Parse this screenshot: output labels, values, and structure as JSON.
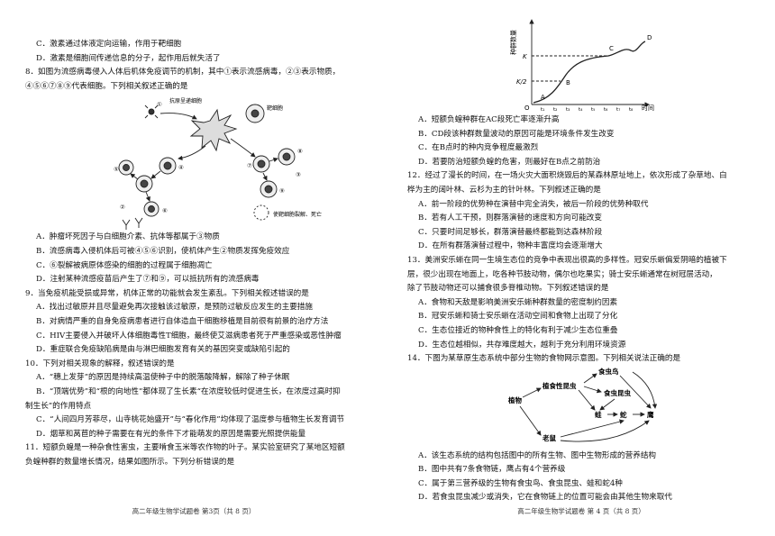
{
  "left": {
    "lines_top": [
      "C．激素通过体液定向运输，作用于靶细胞",
      "D．激素是细胞间传递信息的分子，起作用后就失活了",
      "8．如图为流感病毒侵入人体后机体免疫调节的机制，其中①表示流感病毒，②③表示物质，",
      "④⑤⑥⑦⑧⑨代表细胞。下列相关叙述正确的是"
    ],
    "fig8": {
      "label_top": "抗原呈递细胞",
      "label_target": "靶细胞",
      "label_bottom": "使靶细胞裂解、死亡",
      "nums": [
        "①",
        "②",
        "③",
        "④",
        "⑤",
        "⑥",
        "⑦",
        "⑧",
        "⑨"
      ]
    },
    "lines_bottom": [
      "A．肿瘤坏死因子与白细胞介素、抗体等都属于③物质",
      "B．流感病毒入侵机体后可被④⑤⑥识别，使机体产生②物质发挥免疫效应",
      "C．⑥裂解被病原体感染的细胞的过程属于细胞凋亡",
      "D．注射某种流感疫苗后产生了⑦和⑨，可以抵抗所有的流感病毒",
      "9．当免疫机能受损或异常，机体正常的功能就会发生紊乱。下列相关叙述错误的是",
      "A．找出过敏原并且尽量避免再次接触该过敏原，是预防过敏反应发生的主要措施",
      "B．对病情严重的自身免疫病患者进行自体造血干细胞移植是目前很有前景的治疗方法",
      "C．HIV主要侵入并破坏人体细胞毒性T细胞，最终使艾滋病患者死于严重感染或恶性肿瘤",
      "D．重症联合免疫缺陷病是由与淋巴细胞发育有关的基因突变或缺陷引起的",
      "10．下列对相关现象的解释，叙述错误的是",
      "A．“穗上发芽”的原因是持续高温使种子中的脱落酸降解，解除了种子休眠",
      "B．“顶端优势”和“根的向地性”都体现了生长素“在浓度较低时促进生长，在浓度过高时抑",
      "制生长”的作用特点",
      "C．“人间四月芳菲尽，山寺桃花始盛开”与“春化作用”均体现了温度参与植物生长发育调节",
      "D．烟草和莴苣的种子需要在有光的条件下才能萌发的原因是需要光照提供能量",
      "11．短额负蝗是一种杂食性害虫，主要啃食玉米等农作物的叶子。某实验室研究了某地区短额",
      "负蝗种群的数量增长情况，结果如图所示。下列分析错误的是"
    ],
    "footer": "高二年级生物学试题卷  第3页（共 8 页）"
  },
  "right": {
    "graph": {
      "ylabel": "种群数量",
      "xlabel": "时间",
      "K": "K",
      "K2": "K/2",
      "O": "O",
      "points": [
        "A",
        "B",
        "C",
        "D"
      ],
      "ticks": [
        "t₁",
        "t₂",
        "t₃",
        "t₄",
        "t₅",
        "t₆",
        "t₇",
        "t₈"
      ]
    },
    "lines_q11": [
      "A．短额负蝗种群在AC段死亡率逐渐升高",
      "B．CD段该种群数量波动的原因可能是环境条件发生改变",
      "C．在B点时的种内竞争程度最激烈",
      "D．若要防治短额负蝗的危害，则最好在B点之前防治",
      "12．经过了漫长的时间，在一场火灾大面积烧毁后的某森林原址地上，依次形成了杂草地、白",
      "桦为主的阔叶林、云杉为主的针叶林。下列叙述正确的是",
      "A．前一阶段的优势种在演替中完全消失，被后一阶段的优势种取代",
      "B．若有人工干预，则群落演替的速度和方向可能改变",
      "C．只要时间足够长，群落演替最终都能到达森林阶段",
      "D．在所有群落演替过程中，物种丰富度均会逐渐增大",
      "13．美洲安乐蜥在同一生境生态位的竞争中表现出很高的多样性。冠安乐蜥偏爱阴暗的植被下",
      "层，很少出现在地面上，吃各种节肢动物，偶尔也吃果实；骑士安乐蜥通常在树冠层活动，",
      "除了节肢动物还可以捕食很多脊椎动物。下列叙述错误的是",
      "A．食物和天敌是影响美洲安乐蜥种群数量的密度制约因素",
      "B．冠安乐蜥和骑士安乐蜥在活动空间和食物上出现了分化",
      "C．生态位接近的物种食性上的特化有利于减少生态位重叠",
      "D．生态位越相似，共存难度越大，越利于充分利用环境资源",
      "14．下图为某草原生态系统中部分生物的食物网示意图。下列相关说法正确的是"
    ],
    "web": {
      "plant": "植物",
      "herb_insect": "植食性昆虫",
      "insect_bird": "食虫鸟",
      "insect_insect": "食虫昆虫",
      "frog": "蛙",
      "snake": "蛇",
      "hawk": "鹰",
      "mouse": "老鼠"
    },
    "lines_q14": [
      "A．该生态系统的结构包括图中的所有生物、图中生物形成的营养结构",
      "B．图中共有7条食物链，鹰占有4个营养级",
      "C．属于第三营养级的生物有食虫鸟、食虫昆虫、蛙和蛇4种",
      "D．若食虫昆虫减少或消失，它在食物链上的位置可能会由其他生物来取代"
    ],
    "footer": "高二年级生物学试题卷  第 4 页（共 8 页）"
  }
}
